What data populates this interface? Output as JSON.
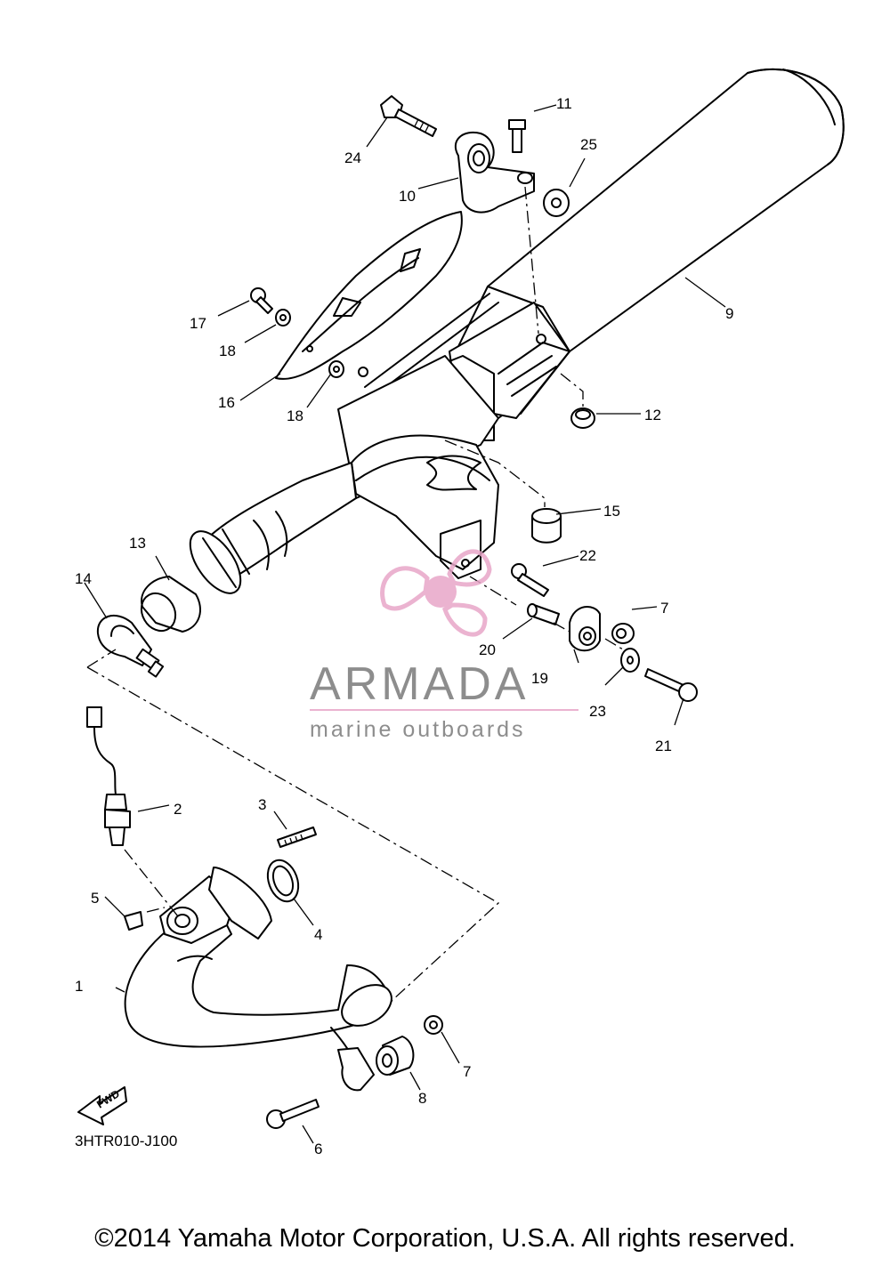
{
  "diagram": {
    "part_code": "3HTR010-J100",
    "fwd_label": "FWD",
    "callouts": [
      "1",
      "2",
      "3",
      "4",
      "5",
      "6",
      "7",
      "7",
      "8",
      "9",
      "10",
      "11",
      "12",
      "13",
      "14",
      "15",
      "16",
      "17",
      "18",
      "18",
      "19",
      "20",
      "21",
      "22",
      "23",
      "24",
      "25"
    ]
  },
  "watermark": {
    "brand": "ARMADA",
    "tagline": "marine outboards",
    "pink": "#e8a6c8"
  },
  "footer": {
    "copyright": "©2014 Yamaha Motor Corporation, U.S.A. All rights reserved."
  }
}
